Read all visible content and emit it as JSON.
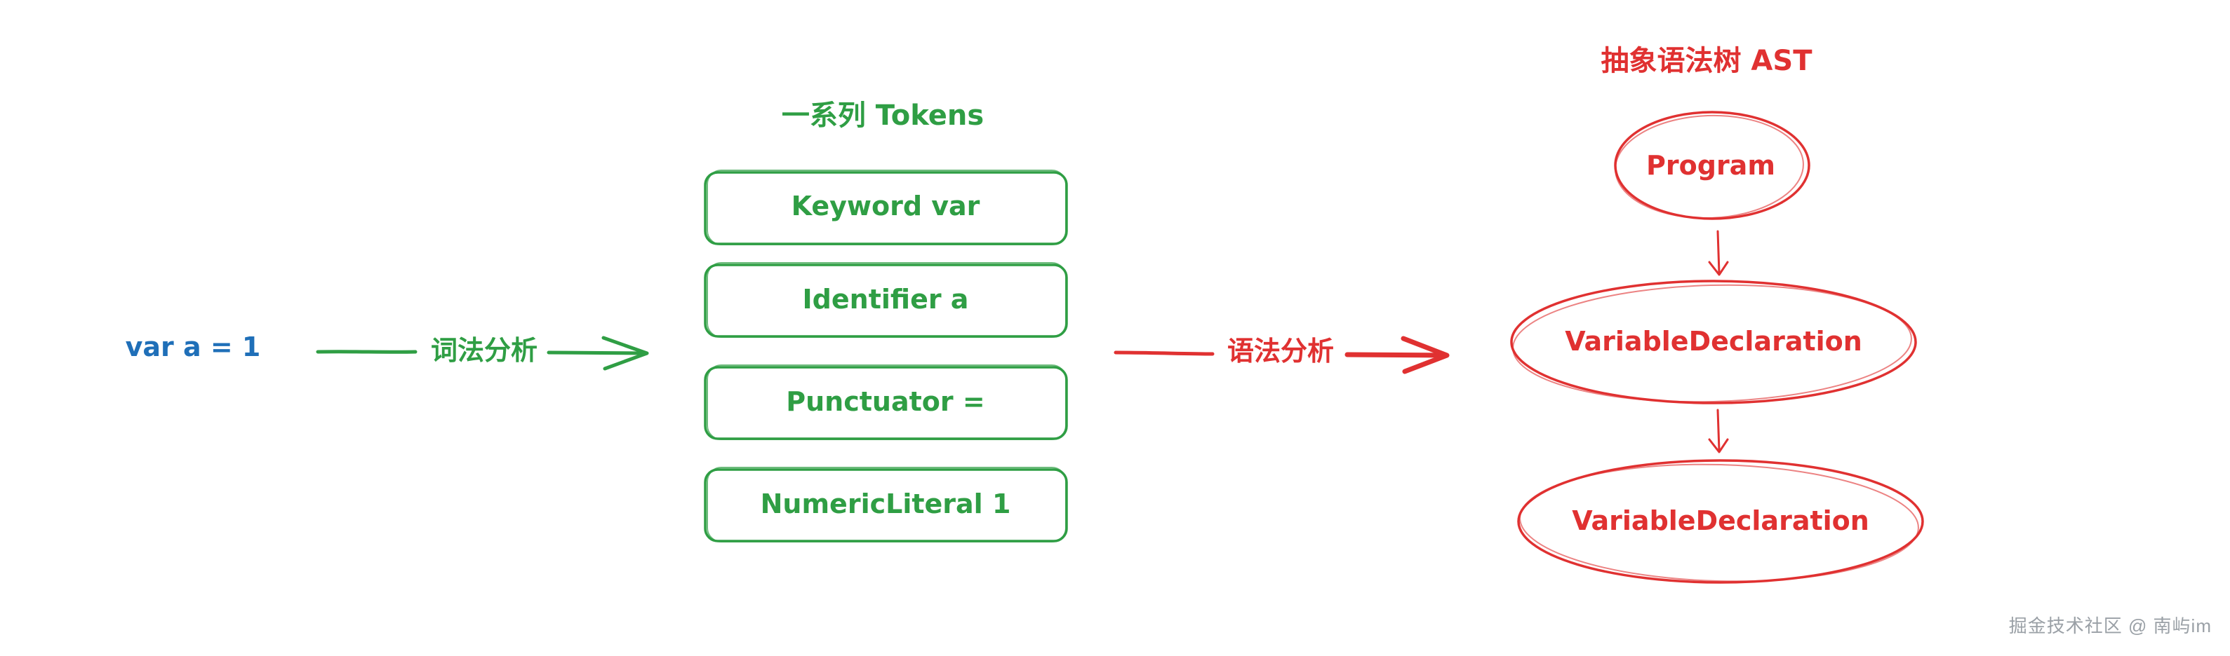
{
  "source": {
    "text": "var a = 1",
    "color": "#1f6fb8"
  },
  "lexer_edge": {
    "label": "词法分析",
    "color": "#2f9e44"
  },
  "tokens": {
    "title": "一系列 Tokens",
    "color": "#2f9e44",
    "items": [
      {
        "label": "Keyword  var"
      },
      {
        "label": "Identifier a"
      },
      {
        "label": "Punctuator ="
      },
      {
        "label": "NumericLiteral 1"
      }
    ]
  },
  "parser_edge": {
    "label": "语法分析",
    "color": "#e03131"
  },
  "ast": {
    "title": "抽象语法树 AST",
    "color": "#e03131",
    "nodes": [
      {
        "label": "Program"
      },
      {
        "label": "VariableDeclaration"
      },
      {
        "label": "VariableDeclaration"
      }
    ]
  },
  "watermark": {
    "text": "掘金技术社区 @ 南屿im"
  }
}
